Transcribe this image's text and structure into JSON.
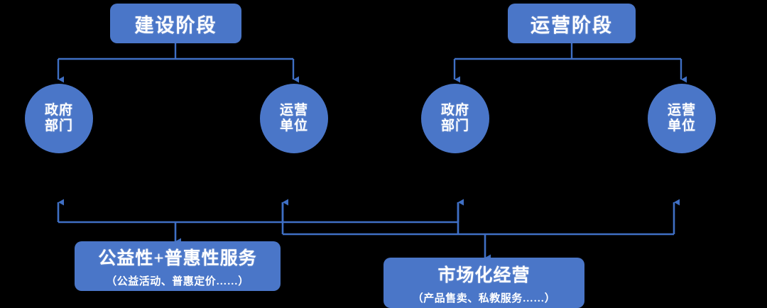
{
  "diagram": {
    "title_visible": false,
    "colors": {
      "node_fill": "#4a76c8",
      "edge_stroke": "#3f6fc4",
      "text": "#ffffff",
      "background": "#000000"
    },
    "phases": [
      {
        "id": "construction",
        "label": "建设阶段"
      },
      {
        "id": "operation",
        "label": "运营阶段"
      }
    ],
    "actors": [
      {
        "id": "gov-1",
        "label_line1": "政府",
        "label_line2": "部门",
        "phase": "construction"
      },
      {
        "id": "oper-1",
        "label_line1": "运营",
        "label_line2": "单位",
        "phase": "construction"
      },
      {
        "id": "gov-2",
        "label_line1": "政府",
        "label_line2": "部门",
        "phase": "operation"
      },
      {
        "id": "oper-2",
        "label_line1": "运营",
        "label_line2": "单位",
        "phase": "operation"
      }
    ],
    "outcomes": [
      {
        "id": "public-welfare",
        "title": "公益性+普惠性服务",
        "subtitle": "（公益活动、普惠定价……）"
      },
      {
        "id": "market-operation",
        "title": "市场化经营",
        "subtitle": "（产品售卖、私教服务……）"
      }
    ]
  }
}
